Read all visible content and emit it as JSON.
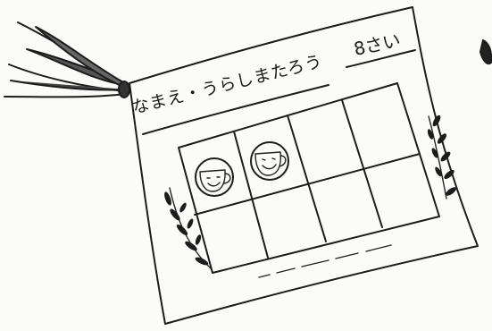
{
  "card": {
    "name_line": "なまえ・うらしまたろう",
    "age_label": "8さい"
  },
  "stamp_grid": {
    "rows": 2,
    "cols": 4,
    "stamped_count": 2
  },
  "colors": {
    "ink": "#1c1c1c",
    "paper": "#fbfbf9",
    "ribbon_fill": "#555555"
  },
  "icons": {
    "ribbon": "ribbon-icon",
    "stamp": "smiley-cup-stamp-icon",
    "laurel": "laurel-branch-icon"
  }
}
